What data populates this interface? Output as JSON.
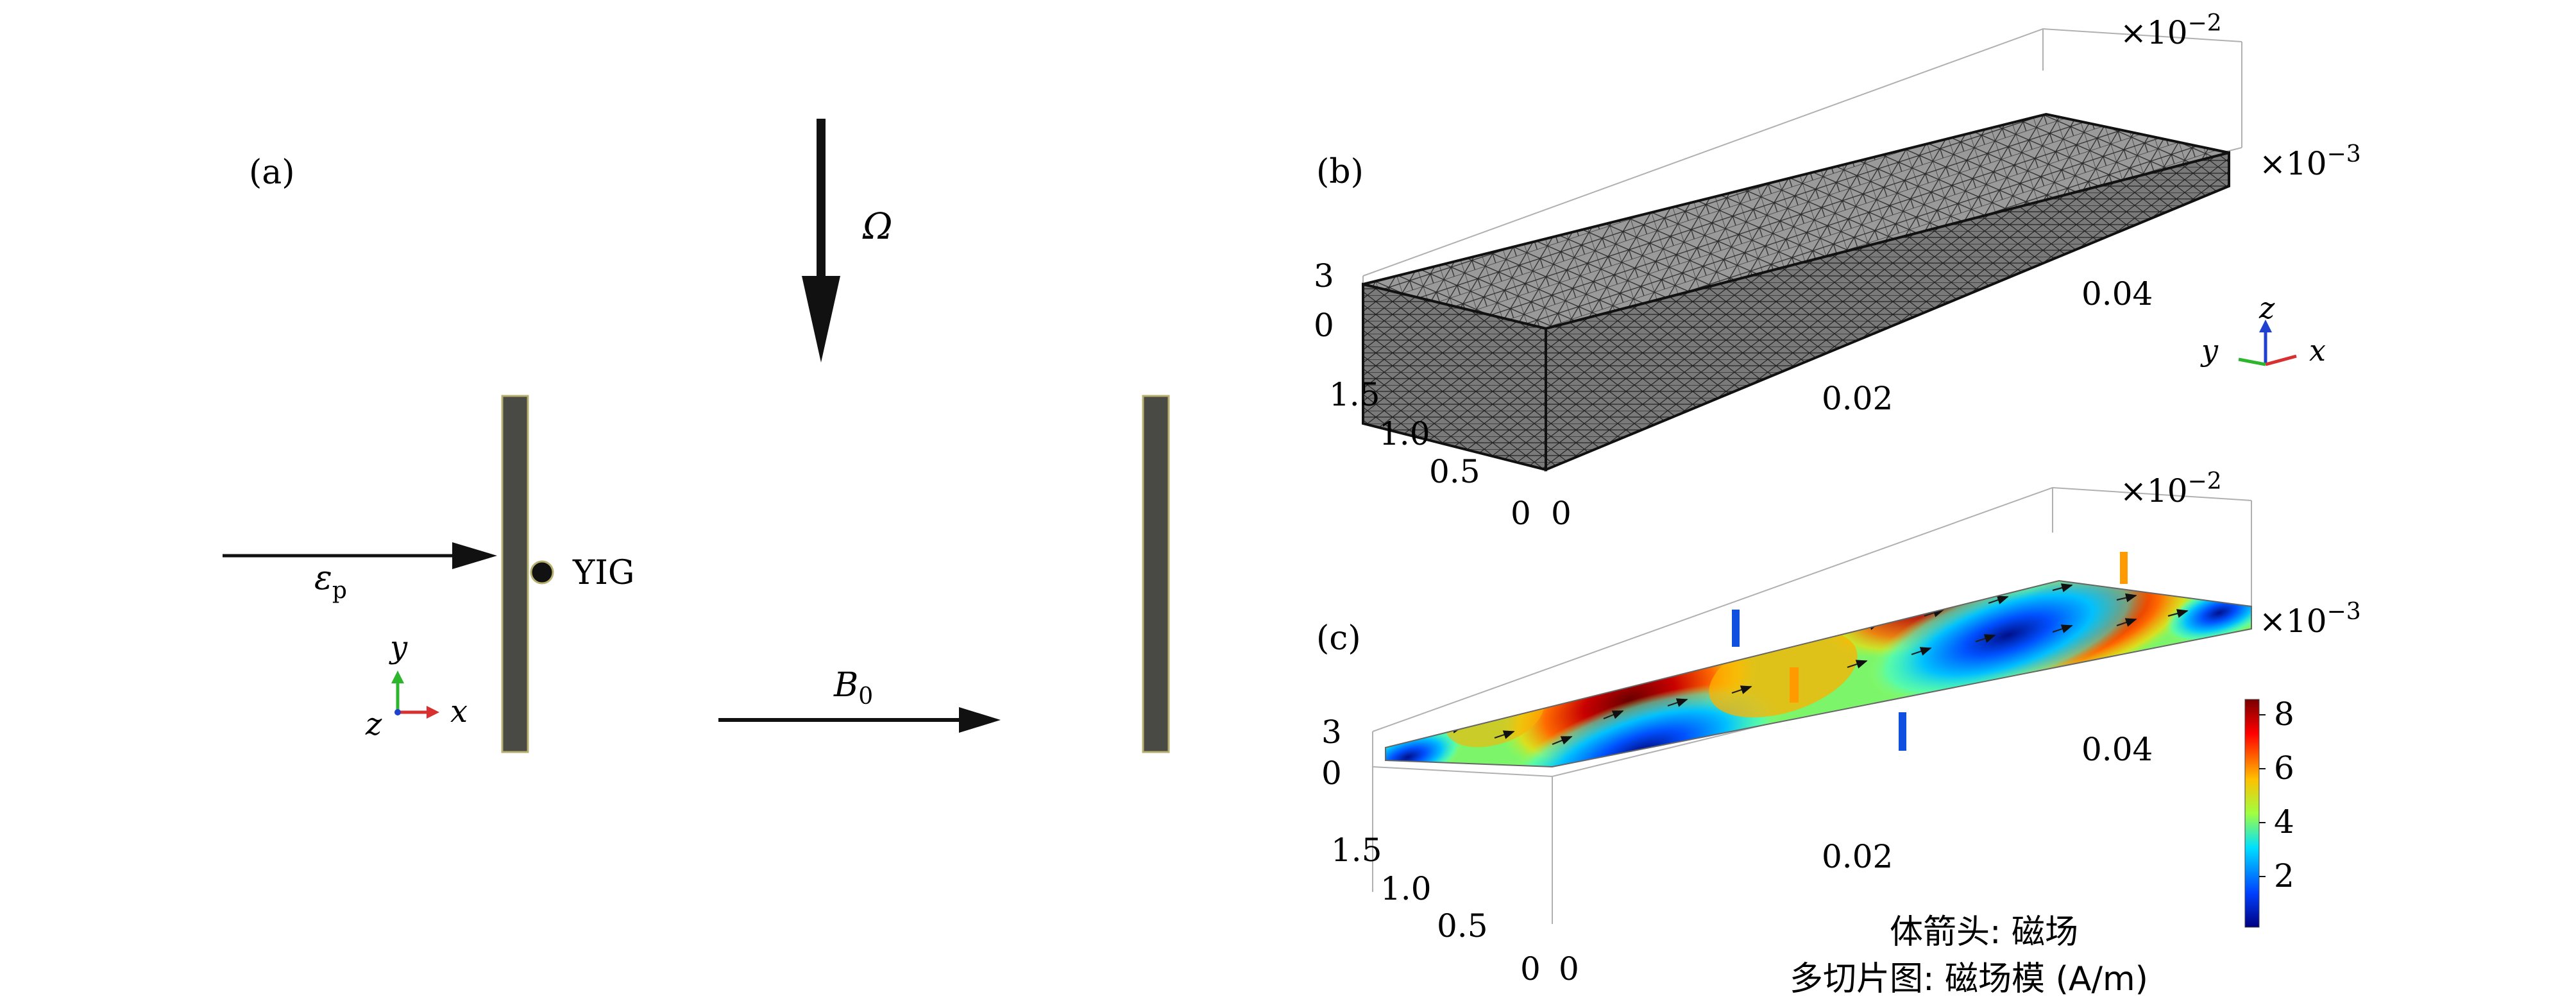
{
  "panel_a": {
    "label": "(a)",
    "omega": "Ω",
    "eps_main": "ε",
    "eps_sub": "p",
    "yig": "YIG",
    "b_main": "B",
    "b_sub": "0",
    "axis_y": "y",
    "axis_z": "z",
    "axis_x": "x"
  },
  "panel_b": {
    "label": "(b)",
    "exp_x": "×10",
    "exp_x_power": "−2",
    "exp_y": "×10",
    "exp_y_power": "−3",
    "tick_z_3": "3",
    "tick_z_0": "0",
    "tick_y_15": "1.5",
    "tick_y_10": "1.0",
    "tick_y_05": "0.5",
    "tick_y_0": "0",
    "tick_x_0": "0",
    "tick_x_002": "0.02",
    "tick_x_004": "0.04",
    "triad_z": "z",
    "triad_y": "y",
    "triad_x": "x"
  },
  "panel_c": {
    "label": "(c)",
    "exp_x": "×10",
    "exp_x_power": "−2",
    "exp_y": "×10",
    "exp_y_power": "−3",
    "tick_z_3": "3",
    "tick_z_0": "0",
    "tick_y_15": "1.5",
    "tick_y_10": "1.0",
    "tick_y_05": "0.5",
    "tick_y_0": "0",
    "tick_x_0": "0",
    "tick_x_002": "0.02",
    "tick_x_004": "0.04",
    "colorbar_ticks": [
      "8",
      "6",
      "4",
      "2"
    ],
    "caption_line1": "体箭头: 磁场",
    "caption_line2": "多切片图: 磁场模 (A/m)"
  },
  "colors": {
    "mirror_fill": "#4a4a44",
    "mirror_edge": "#b8b070",
    "mesh_fill": "#8a8a8a",
    "arrow": "#111111"
  }
}
